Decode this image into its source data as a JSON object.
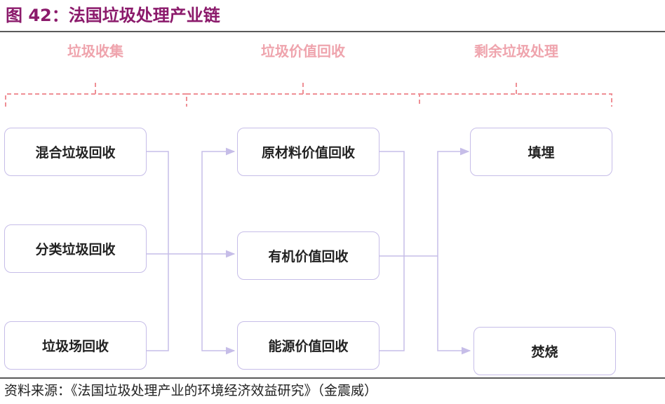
{
  "header": {
    "title": "图 42：法国垃圾处理产业链"
  },
  "stages": [
    {
      "label": "垃圾收集"
    },
    {
      "label": "垃圾价值回收"
    },
    {
      "label": "剩余垃圾处理"
    }
  ],
  "collection": [
    "混合垃圾回收",
    "分类垃圾回收",
    "垃圾场回收"
  ],
  "recovery": [
    "原材料价值回收",
    "有机价值回收",
    "能源价值回收"
  ],
  "disposal": [
    "填埋",
    "焚烧"
  ],
  "footer": {
    "source": "资料来源：《法国垃圾处理产业的环境经济效益研究》（金震威）"
  },
  "colors": {
    "title": "#8b1a6b",
    "stage_label": "#efa4ad",
    "bracket": "#ef8f95",
    "box_border": "#c6bde8",
    "connector": "#c6bde8"
  }
}
